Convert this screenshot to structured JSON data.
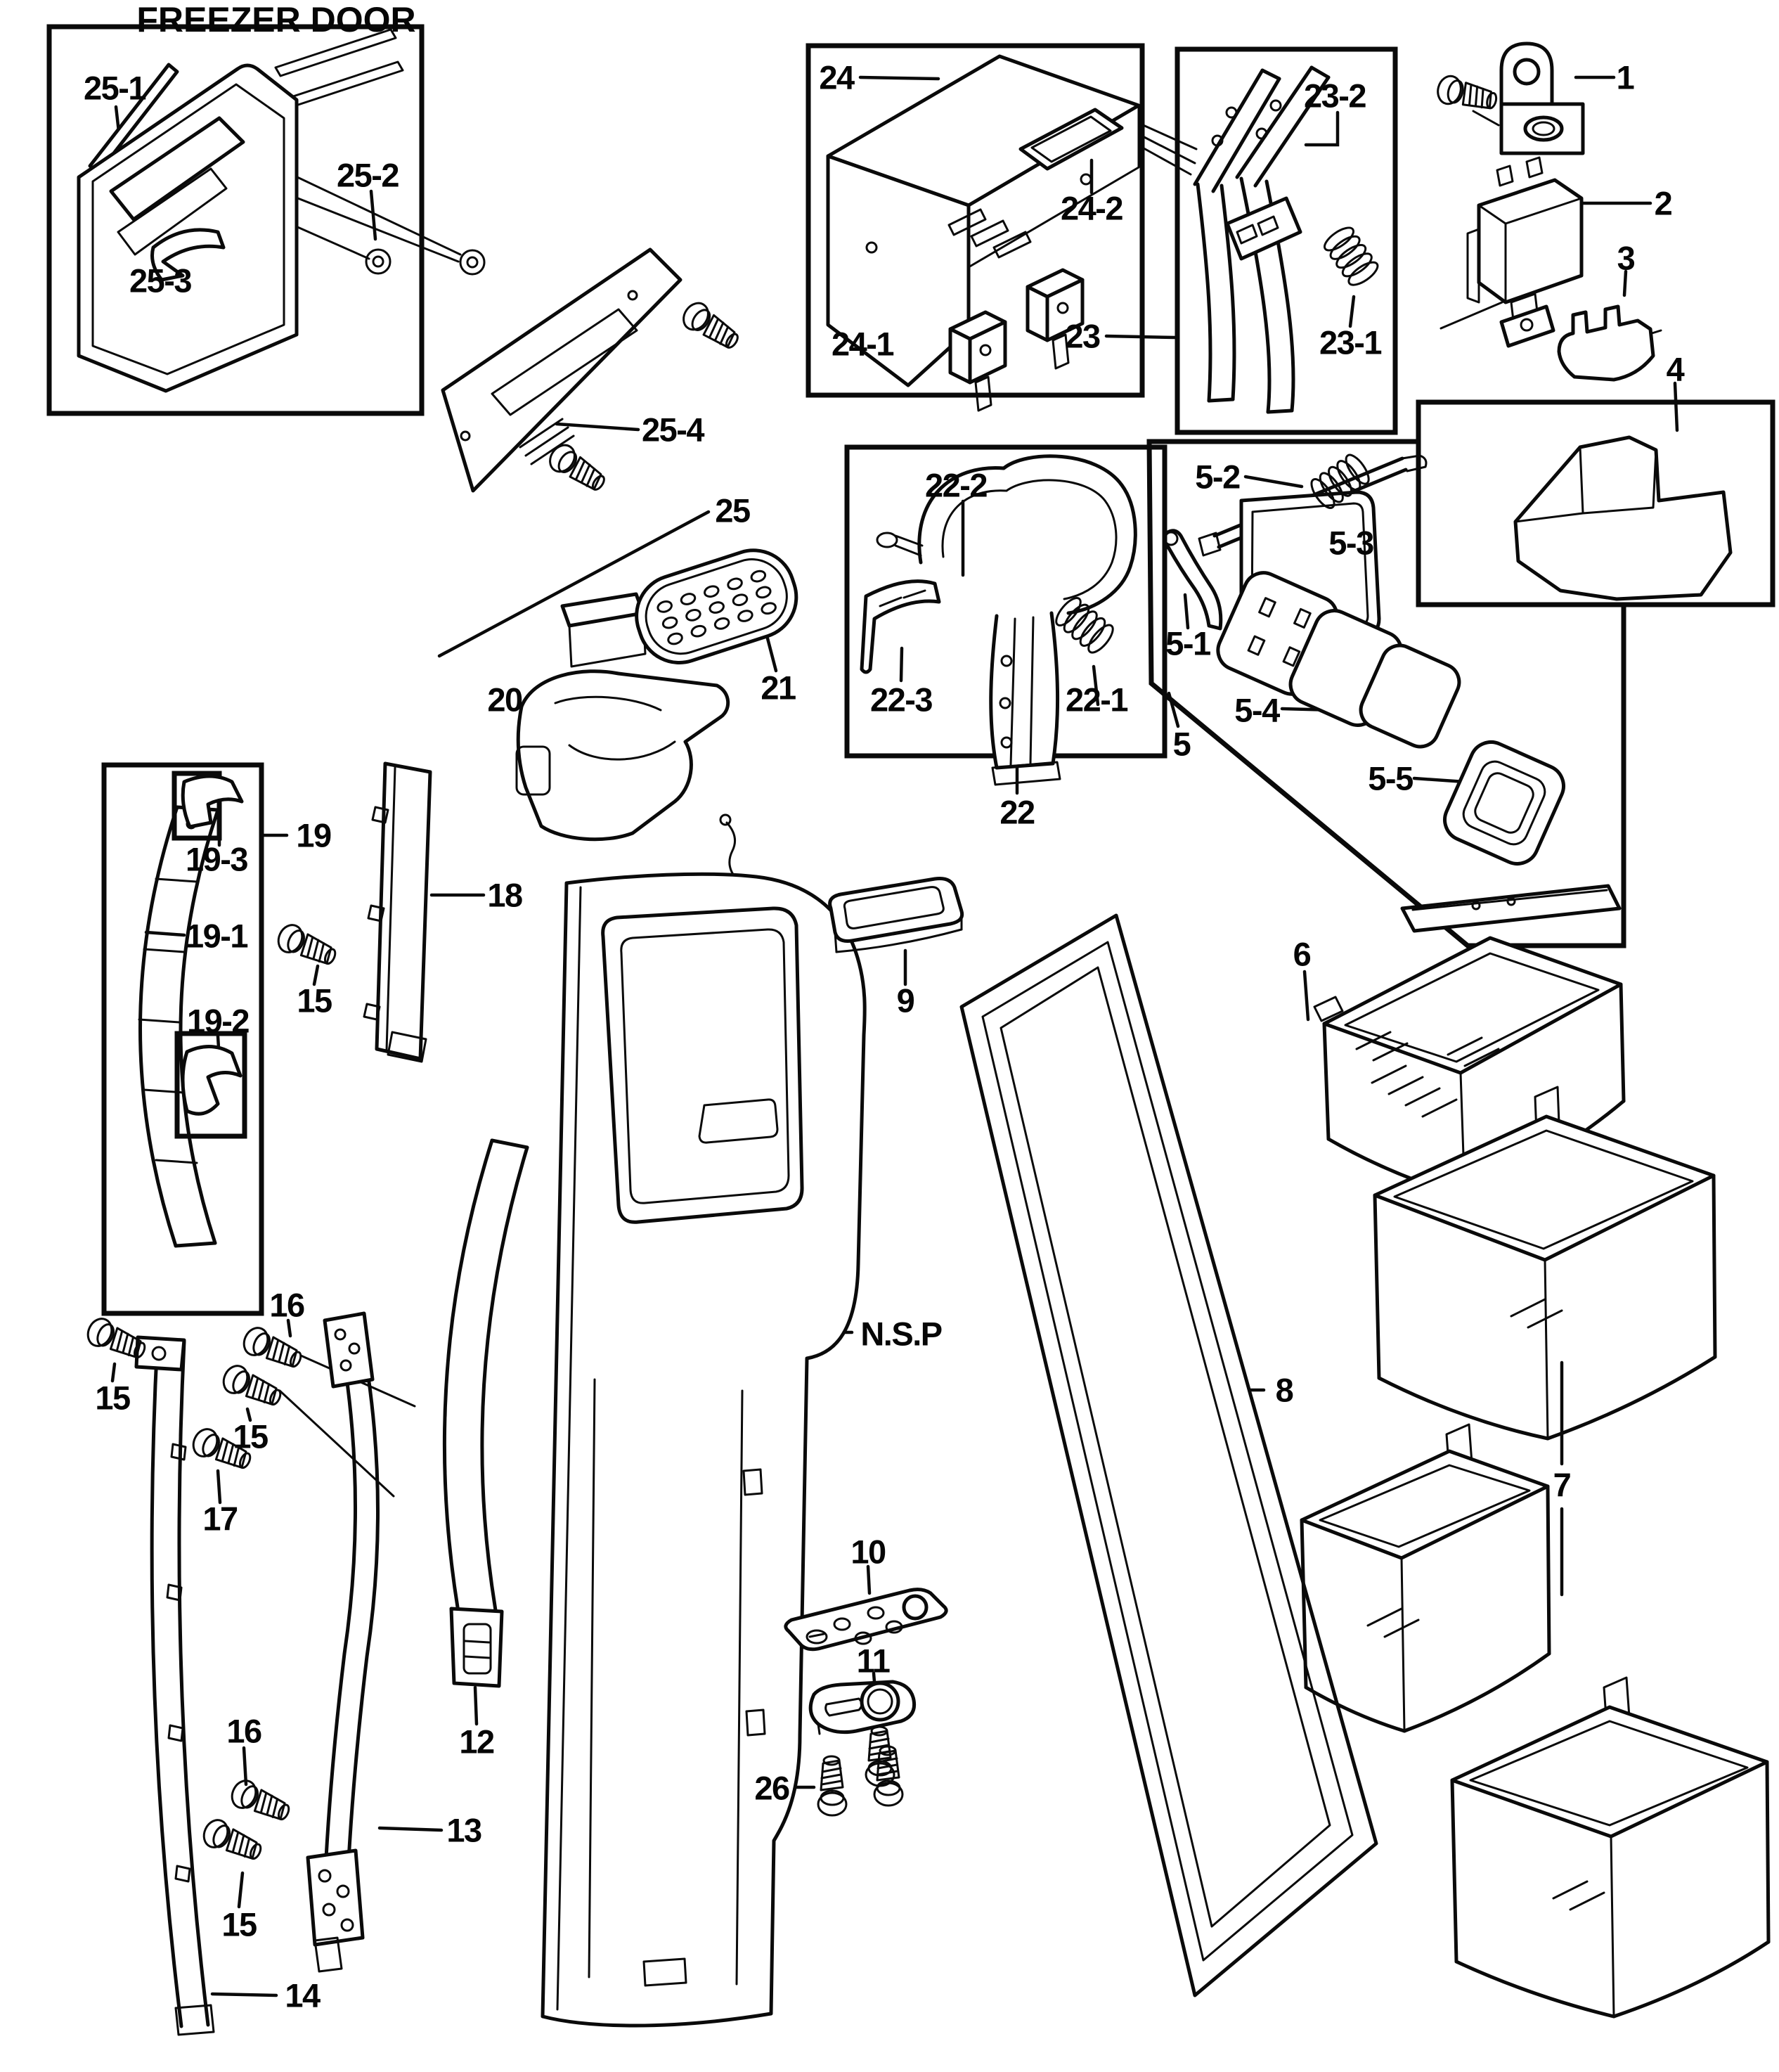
{
  "title": "FREEZER DOOR",
  "labels": [
    {
      "id": "25-1",
      "text": "25-1"
    },
    {
      "id": "25-2",
      "text": "25-2"
    },
    {
      "id": "25-3",
      "text": "25-3"
    },
    {
      "id": "25-4",
      "text": "25-4"
    },
    {
      "id": "25",
      "text": "25"
    },
    {
      "id": "24",
      "text": "24"
    },
    {
      "id": "24-1",
      "text": "24-1"
    },
    {
      "id": "24-2",
      "text": "24-2"
    },
    {
      "id": "23",
      "text": "23"
    },
    {
      "id": "23-2",
      "text": "23-2"
    },
    {
      "id": "23-1",
      "text": "23-1"
    },
    {
      "id": "1",
      "text": "1"
    },
    {
      "id": "2",
      "text": "2"
    },
    {
      "id": "3",
      "text": "3"
    },
    {
      "id": "4",
      "text": "4"
    },
    {
      "id": "5-2",
      "text": "5-2"
    },
    {
      "id": "5-3",
      "text": "5-3"
    },
    {
      "id": "5-1",
      "text": "5-1"
    },
    {
      "id": "5-4",
      "text": "5-4"
    },
    {
      "id": "5-5",
      "text": "5-5"
    },
    {
      "id": "5",
      "text": "5"
    },
    {
      "id": "22-2",
      "text": "22-2"
    },
    {
      "id": "22-3",
      "text": "22-3"
    },
    {
      "id": "22-1",
      "text": "22-1"
    },
    {
      "id": "22",
      "text": "22"
    },
    {
      "id": "21",
      "text": "21"
    },
    {
      "id": "20",
      "text": "20"
    },
    {
      "id": "19",
      "text": "19"
    },
    {
      "id": "19-3",
      "text": "19-3"
    },
    {
      "id": "19-1",
      "text": "19-1"
    },
    {
      "id": "19-2",
      "text": "19-2"
    },
    {
      "id": "18",
      "text": "18"
    },
    {
      "id": "15-strip",
      "text": "15"
    },
    {
      "id": "15-a",
      "text": "15"
    },
    {
      "id": "16-a",
      "text": "16"
    },
    {
      "id": "15-b",
      "text": "15"
    },
    {
      "id": "17",
      "text": "17"
    },
    {
      "id": "16-b",
      "text": "16"
    },
    {
      "id": "15-c",
      "text": "15"
    },
    {
      "id": "12",
      "text": "12"
    },
    {
      "id": "13",
      "text": "13"
    },
    {
      "id": "14",
      "text": "14"
    },
    {
      "id": "26",
      "text": "26"
    },
    {
      "id": "10",
      "text": "10"
    },
    {
      "id": "11",
      "text": "11"
    },
    {
      "id": "9",
      "text": "9"
    },
    {
      "id": "nsp",
      "text": "N.S.P"
    },
    {
      "id": "8",
      "text": "8"
    },
    {
      "id": "6",
      "text": "6"
    },
    {
      "id": "7",
      "text": "7"
    }
  ]
}
